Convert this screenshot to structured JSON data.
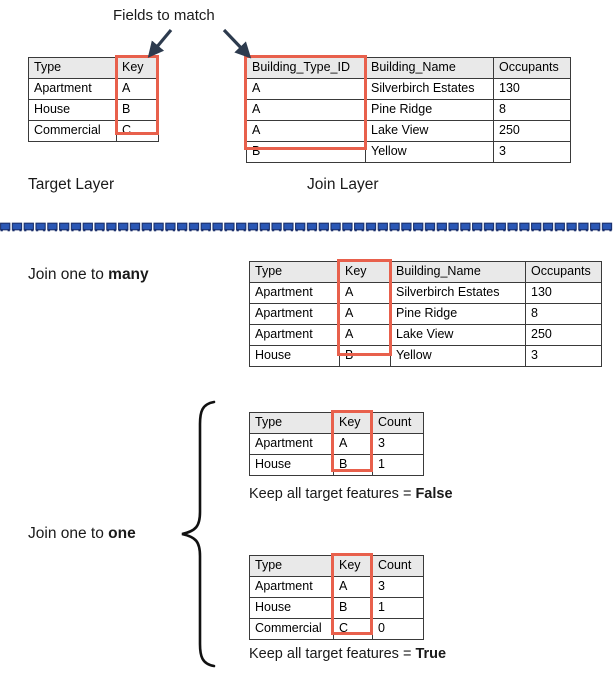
{
  "diagram": {
    "title_note": "Fields to match",
    "target_layer_label": "Target Layer",
    "join_layer_label": "Join Layer",
    "accent_color": "#e8604c",
    "header_fill": "#e9e9e9",
    "divider_color": "#2a57b5"
  },
  "target_table": {
    "name": "target-layer-table",
    "columns": [
      "Type",
      "Key"
    ],
    "rows": [
      [
        "Apartment",
        "A"
      ],
      [
        "House",
        "B"
      ],
      [
        "Commercial",
        "C"
      ]
    ],
    "highlight_column": "Key"
  },
  "join_table": {
    "name": "join-layer-table",
    "columns": [
      "Building_Type_ID",
      "Building_Name",
      "Occupants"
    ],
    "rows": [
      [
        "A",
        "Silverbirch Estates",
        "130"
      ],
      [
        "A",
        "Pine Ridge",
        "8"
      ],
      [
        "A",
        "Lake View",
        "250"
      ],
      [
        "B",
        "Yellow",
        "3"
      ]
    ],
    "highlight_column": "Building_Type_ID"
  },
  "one_to_many": {
    "caption": "Join one to ",
    "caption_bold": "many",
    "columns": [
      "Type",
      "Key",
      "Building_Name",
      "Occupants"
    ],
    "rows": [
      [
        "Apartment",
        "A",
        "Silverbirch Estates",
        "130"
      ],
      [
        "Apartment",
        "A",
        "Pine Ridge",
        "8"
      ],
      [
        "Apartment",
        "A",
        "Lake View",
        "250"
      ],
      [
        "House",
        "B",
        "Yellow",
        "3"
      ]
    ],
    "highlight_column": "Key"
  },
  "one_to_one": {
    "caption": "Join one to ",
    "caption_bold": "one",
    "false_case": {
      "columns": [
        "Type",
        "Key",
        "Count"
      ],
      "rows": [
        [
          "Apartment",
          "A",
          "3"
        ],
        [
          "House",
          "B",
          "1"
        ]
      ],
      "footer": "Keep all target features = ",
      "footer_bold": "False"
    },
    "true_case": {
      "columns": [
        "Type",
        "Key",
        "Count"
      ],
      "rows": [
        [
          "Apartment",
          "A",
          "3"
        ],
        [
          "House",
          "B",
          "1"
        ],
        [
          "Commercial",
          "C",
          "0"
        ]
      ],
      "footer": "Keep all target features = ",
      "footer_bold": "True"
    }
  }
}
